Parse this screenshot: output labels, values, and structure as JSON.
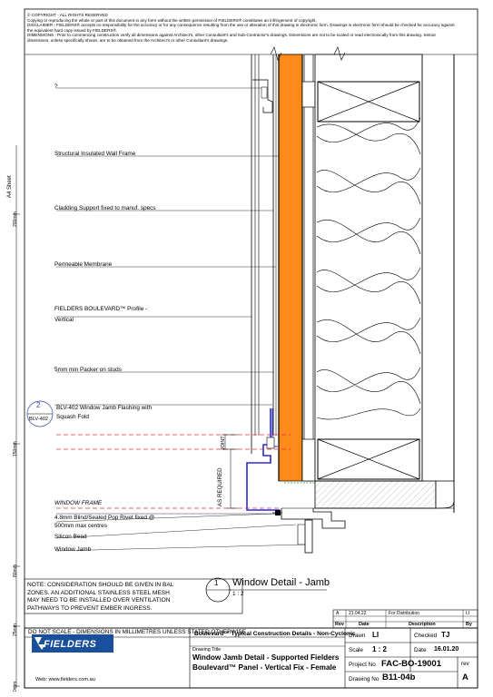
{
  "header": {
    "lines": [
      "© COPYRIGHT - ALL RIGHTS RESERVED",
      "Copying or reproducing the whole or part of this document in any form without the written permission of FIELDERS® constitutes an infringement of copyright.",
      "DISCLAIMER - FIELDERS® accepts no responsibility for the accuracy or for any consequence resulting from the use or alteration of this drawing in electronic form.  Drawings in electronic form should be checked for accuracy against",
      "the equivalent hard copy issued by FIELDERS®.",
      "DIMENSIONS - Prior to commencing construction verify all dimensions against Architect's, other Consultant's and Sub-Contractor's drawings. Dimensions are not to be scaled or read electronically from this drawing. Setout",
      "dimensions, unless specifically shown, are to be obtained from the Architect's or other Consultant's drawings."
    ]
  },
  "sheet_scale": {
    "sheet_label": "A4 Sheet",
    "marks": [
      "200mm",
      "150mm",
      "80mm",
      "25mm",
      "0mm"
    ]
  },
  "callouts": {
    "question": "?",
    "siwf": "Structural Insulated Wall Frame",
    "cladding_support": "Cladding Support fixed to manuf. specs",
    "membrane": "Permeable Membrane",
    "profile_line1": "FIELDERS BOULEVARD™ Profile -",
    "profile_line2": "Vertical",
    "packer": "5mm min Packer on studs",
    "flashing_line1": "BLV-402 Window Jamb Flashing with",
    "flashing_line2": "Squash Fold",
    "window_frame": "WINDOW FRAME",
    "rivet_line1": "4.8mm Blind/Sealed Pop Rivet fixed @",
    "rivet_line2": "500mm max centres",
    "silicon": "Silicon Bead",
    "jamb": "Window Jamb"
  },
  "drawing_marks": {
    "detail_ref_number": "2",
    "detail_ref_code": "BLV-402",
    "joint": "JOINT",
    "as_required": "AS REQUIRED"
  },
  "detail_title": {
    "number": "1",
    "title": "Window Detail - Jamb",
    "scale": "1 : 2"
  },
  "note": {
    "lines": [
      "NOTE: CONSIDERATION SHOULD BE GIVEN IN BAL",
      "ZONES. AN ADDITIONAL STAINLESS STEEL MESH",
      "MAY NEED TO BE INSTALLED OVER VENTILATION",
      "PATHWAYS TO PREVENT EMBER INGRESS."
    ]
  },
  "revision_table": {
    "rows": [
      {
        "rev": "A",
        "date": "21.04.22",
        "description": "For Distribution",
        "by": "LI"
      },
      {
        "rev": "",
        "date": "",
        "description": "",
        "by": ""
      }
    ],
    "headers": {
      "rev": "Rev",
      "date": "Date",
      "description": "Description",
      "by": "By"
    }
  },
  "title_block": {
    "do_not_scale": "DO NOT SCALE - DIMENSIONS IN MILLIMETRES UNLESS STATED OTHERWISE",
    "logo_text": "FIELDERS",
    "series": "Boulevard™ Typical Construction Details - Non-Cyclonic",
    "drawing_title_label": "Drawing Title",
    "drawing_title_line1": "Window Jamb Detail - Supported Fielders",
    "drawing_title_line2": "Boulevard™ Panel - Vertical Fix - Female",
    "website": "Web: www.fielders.com.au",
    "drawn_label": "Drawn",
    "drawn_value": "LI",
    "checked_label": "Checked",
    "checked_value": "TJ",
    "scale_label": "Scale",
    "scale_value": "1 : 2",
    "date_label": "Date",
    "date_value": "16.01.20",
    "project_label": "Project No",
    "project_value": "FAC-BO-19001",
    "rev_label": "rev",
    "drawing_no_label": "Drawing No",
    "drawing_no_value": "B11-04b",
    "rev_value": "A"
  },
  "colors": {
    "insulation_core": "#ff8a1c",
    "flashing": "#2b2bd6",
    "dashed_red": "#e0303a",
    "hatch": "#9a9a9a"
  }
}
